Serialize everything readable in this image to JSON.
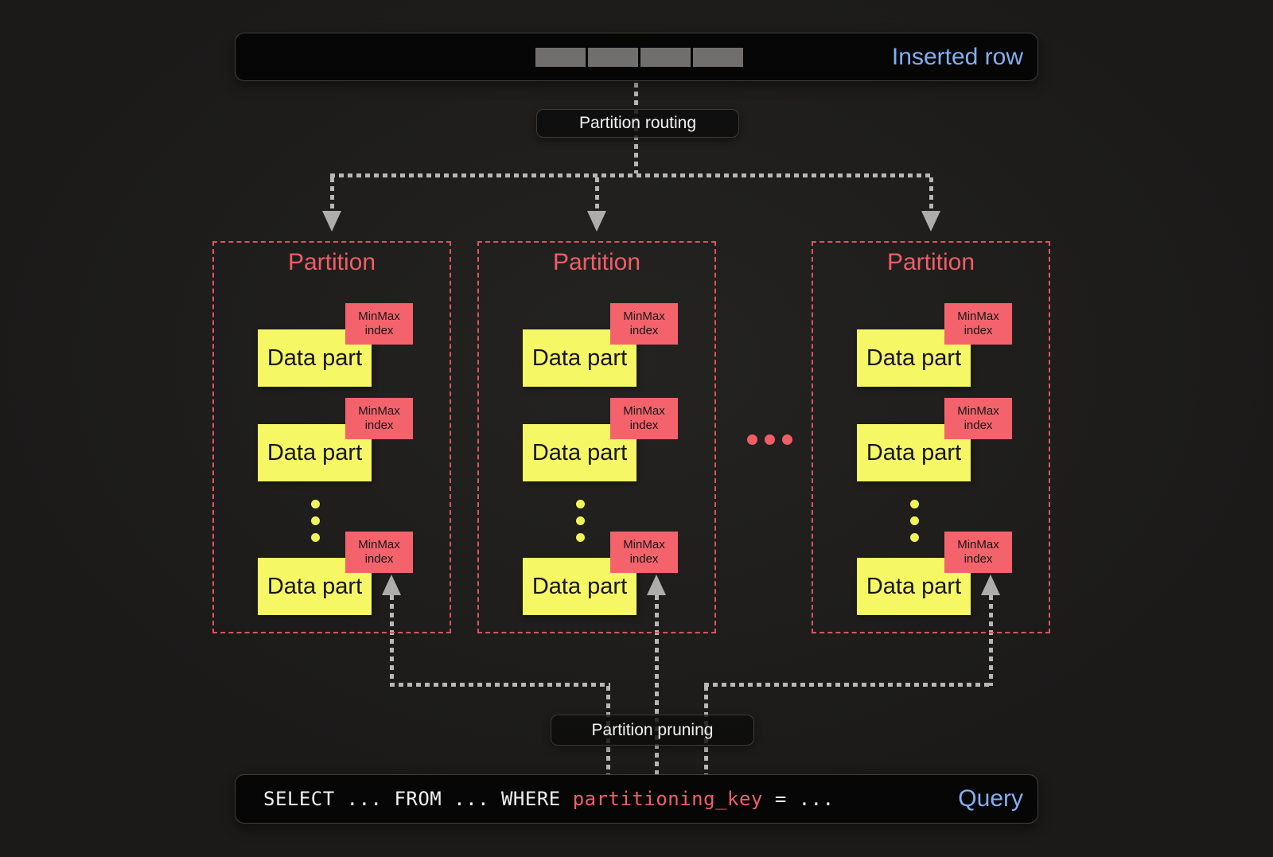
{
  "colors": {
    "background": "#1e1d1b",
    "bar_bg": "#060606",
    "accent_blue": "#84adf2",
    "coral": "#ef5e67",
    "coral_border": "#d95560",
    "minmax_bg": "#f4636c",
    "part_yellow": "#f5f765",
    "line_gray": "#b8b7b5",
    "arrow_gray": "#aeadab",
    "cell_gray": "#716f6e",
    "label_text": "#f3f3f3",
    "sql_text": "#f2f2f2",
    "sql_key": "#ef6069"
  },
  "inserted_row_bar": {
    "label": "Inserted row",
    "cell_count": 4
  },
  "labels": {
    "routing": "Partition routing",
    "pruning": "Partition pruning"
  },
  "partitions": [
    {
      "title": "Partition",
      "parts": [
        {
          "part": "Data part",
          "index": "MinMax index"
        },
        {
          "part": "Data part",
          "index": "MinMax index"
        },
        {
          "part": "Data part",
          "index": "MinMax index"
        }
      ]
    },
    {
      "title": "Partition",
      "parts": [
        {
          "part": "Data part",
          "index": "MinMax index"
        },
        {
          "part": "Data part",
          "index": "MinMax index"
        },
        {
          "part": "Data part",
          "index": "MinMax index"
        }
      ]
    },
    {
      "title": "Partition",
      "parts": [
        {
          "part": "Data part",
          "index": "MinMax index"
        },
        {
          "part": "Data part",
          "index": "MinMax index"
        },
        {
          "part": "Data part",
          "index": "MinMax index"
        }
      ]
    }
  ],
  "query_bar": {
    "sql_prefix": "SELECT ... FROM ... WHERE ",
    "sql_key": "partitioning_key",
    "sql_suffix": " = ...",
    "label": "Query"
  }
}
